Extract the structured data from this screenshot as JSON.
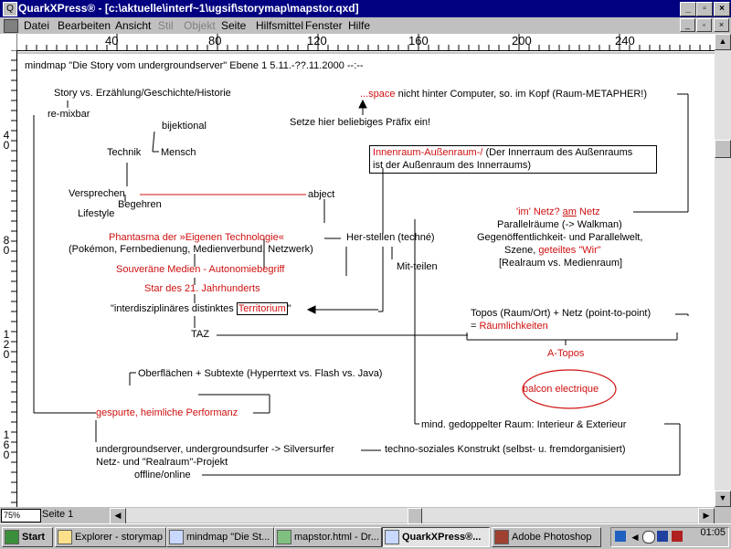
{
  "window": {
    "title": "QuarkXPress® - [c:\\aktuelle\\interf~1\\ugsif\\storymap\\mapstor.qxd]",
    "minimize": "_",
    "maximize": "▫",
    "close": "×"
  },
  "menu": {
    "items": [
      "Datei",
      "Bearbeiten",
      "Ansicht",
      "Stil",
      "Objekt",
      "Seite",
      "Hilfsmittel",
      "Fenster",
      "Hilfe"
    ]
  },
  "ruler": {
    "h_labels": [
      "40",
      "80",
      "120",
      "160",
      "200",
      "240"
    ],
    "v_labels": [
      "4\n0",
      "8\n0",
      "1\n2\n0",
      "1\n6\n0"
    ]
  },
  "doc": {
    "header": "mindmap \"Die Story vom undergroundserver\" Ebene 1 5.11.-??.11.2000 --:--",
    "story": "Story vs. Erzählung/Geschichte/Historie",
    "remix": "re-mixbar",
    "bijektional": "bijektional",
    "technik": "Technik",
    "mensch": "Mensch",
    "versprechen": "Versprechen",
    "begehren": "Begehren",
    "lifestyle": "Lifestyle",
    "abject": "abject",
    "phantasma": "Phantasma der »Eigenen Technologie«",
    "pokemon": "(Pokémon, Fernbedienung, Medienverbund, Netzwerk)",
    "souveraen": "Souveräne Medien - Autonomiebegriff",
    "star": "Star des 21. Jahrhunderts",
    "territorium_pre": "\"interdisziplinäres distinktes ",
    "territorium": "Territorium",
    "territorium_post": "\"",
    "taz": "TAZ",
    "herstellen": "Her-stellen (techné)",
    "mitteilen": "Mit-teilen",
    "space_red": "...space",
    "space_rest": " nicht hinter Computer, so. im Kopf (Raum-METAPHER!)",
    "praefix": "Setze hier beliebiges Präfix ein!",
    "innenraum_red": "Innenraum-Außenraum-/",
    "innenraum_rest": " (Der Innerraum des Außenraums",
    "innenraum_line2": "ist der Außenraum des Innerraums)",
    "imnetz_red1": "'im' Netz?",
    "imnetz_red2": "am",
    "imnetz_red3": "Netz",
    "parallel": "Parallelräume (-> Walkman)",
    "gegen": "Gegenöffentlichkeit- und Parallelwelt,",
    "szene_pre": "Szene, ",
    "szene_red": "geteiltes \"Wir\"",
    "realraum": "[Realraum vs. Medienraum]",
    "topos": "Topos (Raum/Ort) + Netz (point-to-point)",
    "eq": "= ",
    "raeumlich": "Räumlichkeiten",
    "atopos": "A-Topos",
    "balcon": "balcon electrique",
    "oberflaechen": "Oberflächen + Subtexte (Hyperrtext vs. Flash vs. Java)",
    "gespurte": "gespurte, heimliche Performanz",
    "mind": "mind. gedoppelter Raum: Interieur & Exterieur",
    "ugserver": "undergroundserver, undergroundsurfer -> Silversurfer",
    "techno": "techno-soziales Konstrukt (selbst- u. fremdorganisiert)",
    "netz": "Netz- und \"Realraum\"-Projekt",
    "offline": "offline/online"
  },
  "status": {
    "zoom": "75%",
    "page": "Seite 1"
  },
  "taskbar": {
    "start": "Start",
    "tasks": [
      "Explorer - storymap",
      "mindmap \"Die St...",
      "mapstor.html - Dr...",
      "QuarkXPress®...",
      "Adobe Photoshop"
    ],
    "clock": "01:05"
  },
  "colors": {
    "accent_red": "#d01010",
    "titlebar": "#000080"
  }
}
